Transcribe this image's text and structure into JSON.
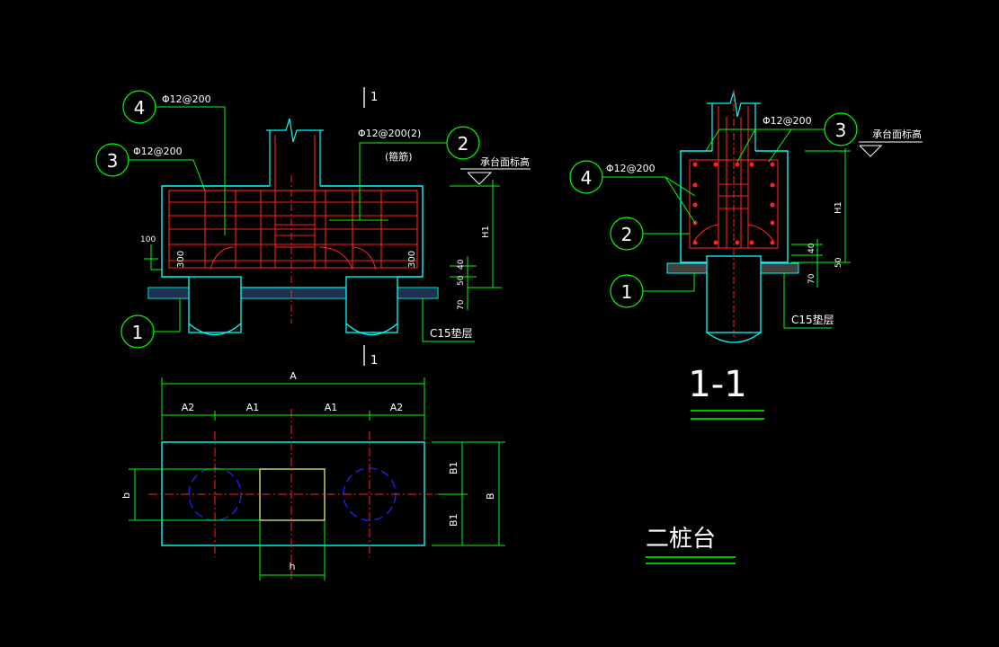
{
  "colors": {
    "background": "#000000",
    "concrete": "#00ffff",
    "rebar": "#ff2020",
    "leader": "#00ff00",
    "text": "#ffffff",
    "pile_circle": "#2020ff",
    "column_outline": "#ffff80",
    "dimension": "#00ff00"
  },
  "elevation": {
    "bar_4_label": "Φ12@200",
    "bar_3_label": "Φ12@200",
    "bar_2_label": "Φ12@200(2)",
    "bar_2_note": "(箍筋)",
    "cap_top_elevation": "承台面标高",
    "dim_h1": "H1",
    "dim_40": "40",
    "dim_50": "50",
    "dim_70": "70",
    "dim_100": "100",
    "dim_300_left": "300",
    "dim_300_right": "300",
    "cushion_label": "C15垫层",
    "section_mark_top": "1",
    "section_mark_bottom": "1",
    "callout_1": "1",
    "callout_2": "2",
    "callout_3": "3",
    "callout_4": "4"
  },
  "section": {
    "bar_4_label": "Φ12@200",
    "bar_3_label": "Φ12@200",
    "cap_top_elevation": "承台面标高",
    "dim_h1": "H1",
    "dim_40": "40",
    "dim_50": "50",
    "dim_70": "70",
    "cushion_label": "C15垫层",
    "title": "1-1",
    "callout_1": "1",
    "callout_2": "2",
    "callout_3": "3",
    "callout_4": "4"
  },
  "plan": {
    "dim_A": "A",
    "dim_A2_left": "A2",
    "dim_A1_left": "A1",
    "dim_A1_right": "A1",
    "dim_A2_right": "A2",
    "dim_b": "b",
    "dim_h": "h",
    "dim_B1_top": "B1",
    "dim_B1_bottom": "B1",
    "dim_B": "B"
  },
  "drawing_title": "二桩台"
}
